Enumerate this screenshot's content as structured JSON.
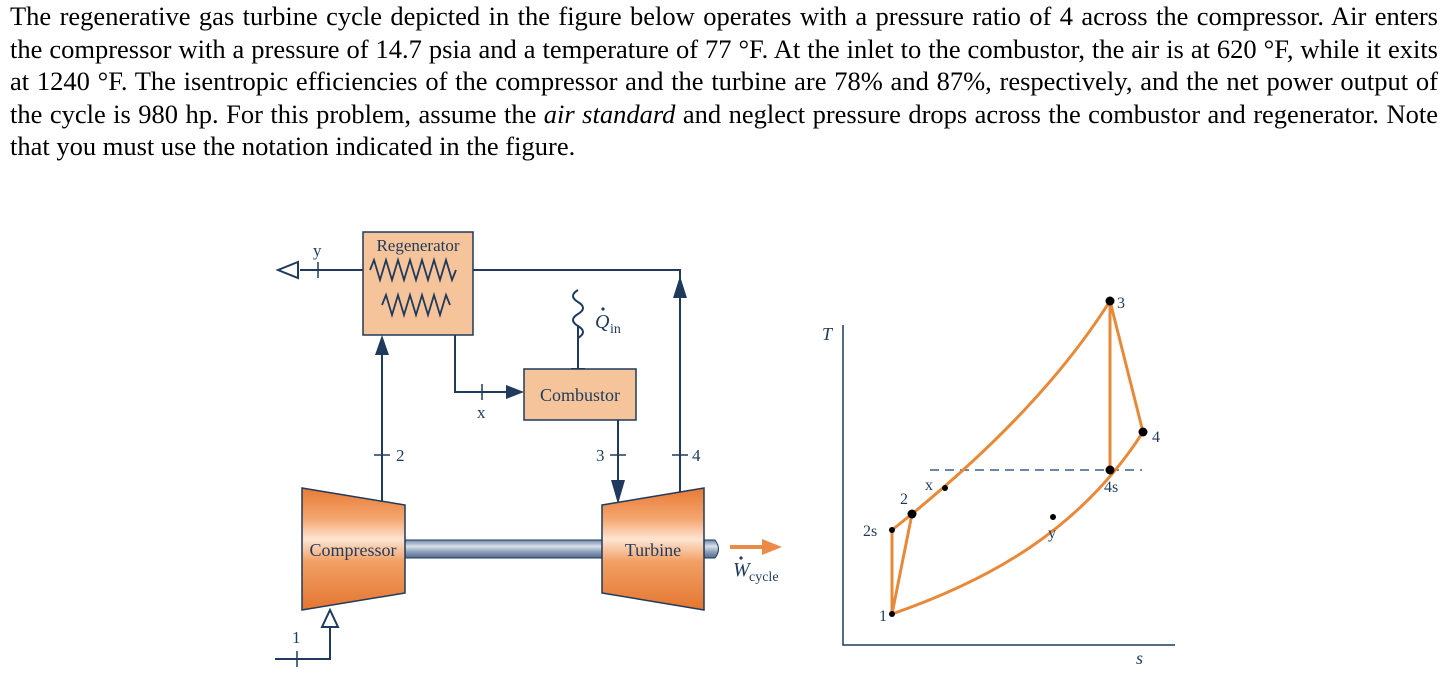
{
  "problem": {
    "text_before_italic": "The regenerative gas turbine cycle depicted in the figure below operates with a pressure ratio of 4 across the compressor. Air enters the compressor with a pressure of 14.7 psia and a temperature of 77 °F. At the inlet to the combustor, the air is at 620 °F, while it exits at 1240 °F. The isentropic efficiencies of the compressor and the turbine are 78% and 87%, respectively, and the net power output of the cycle is 980 hp. For this problem, assume the ",
    "italic_term": "air standard",
    "text_after_italic": " and neglect pressure drops across the combustor and regenerator. Note that you must use the notation indicated in the figure."
  },
  "schematic": {
    "regenerator_label": "Regenerator",
    "combustor_label": "Combustor",
    "compressor_label": "Compressor",
    "turbine_label": "Turbine",
    "heat_in_symbol": "Q",
    "heat_in_subscript": "in",
    "work_symbol": "W",
    "work_subscript": "cycle",
    "states": {
      "s1": "1",
      "s2": "2",
      "s3": "3",
      "s4": "4",
      "sx": "x",
      "sy": "y"
    }
  },
  "ts_diagram": {
    "y_axis_label": "T",
    "x_axis_label": "s",
    "points": {
      "p1": "1",
      "p2s": "2s",
      "p2": "2",
      "px": "x",
      "p3": "3",
      "p4s": "4s",
      "p4": "4",
      "py": "y"
    }
  },
  "colors": {
    "flow_line": "#1f3a5c",
    "equipment_fill": "#f6c49a",
    "machine_orange": "#ec8a47",
    "process_line": "#e8893a",
    "dashed_line": "#3a5e8a"
  }
}
